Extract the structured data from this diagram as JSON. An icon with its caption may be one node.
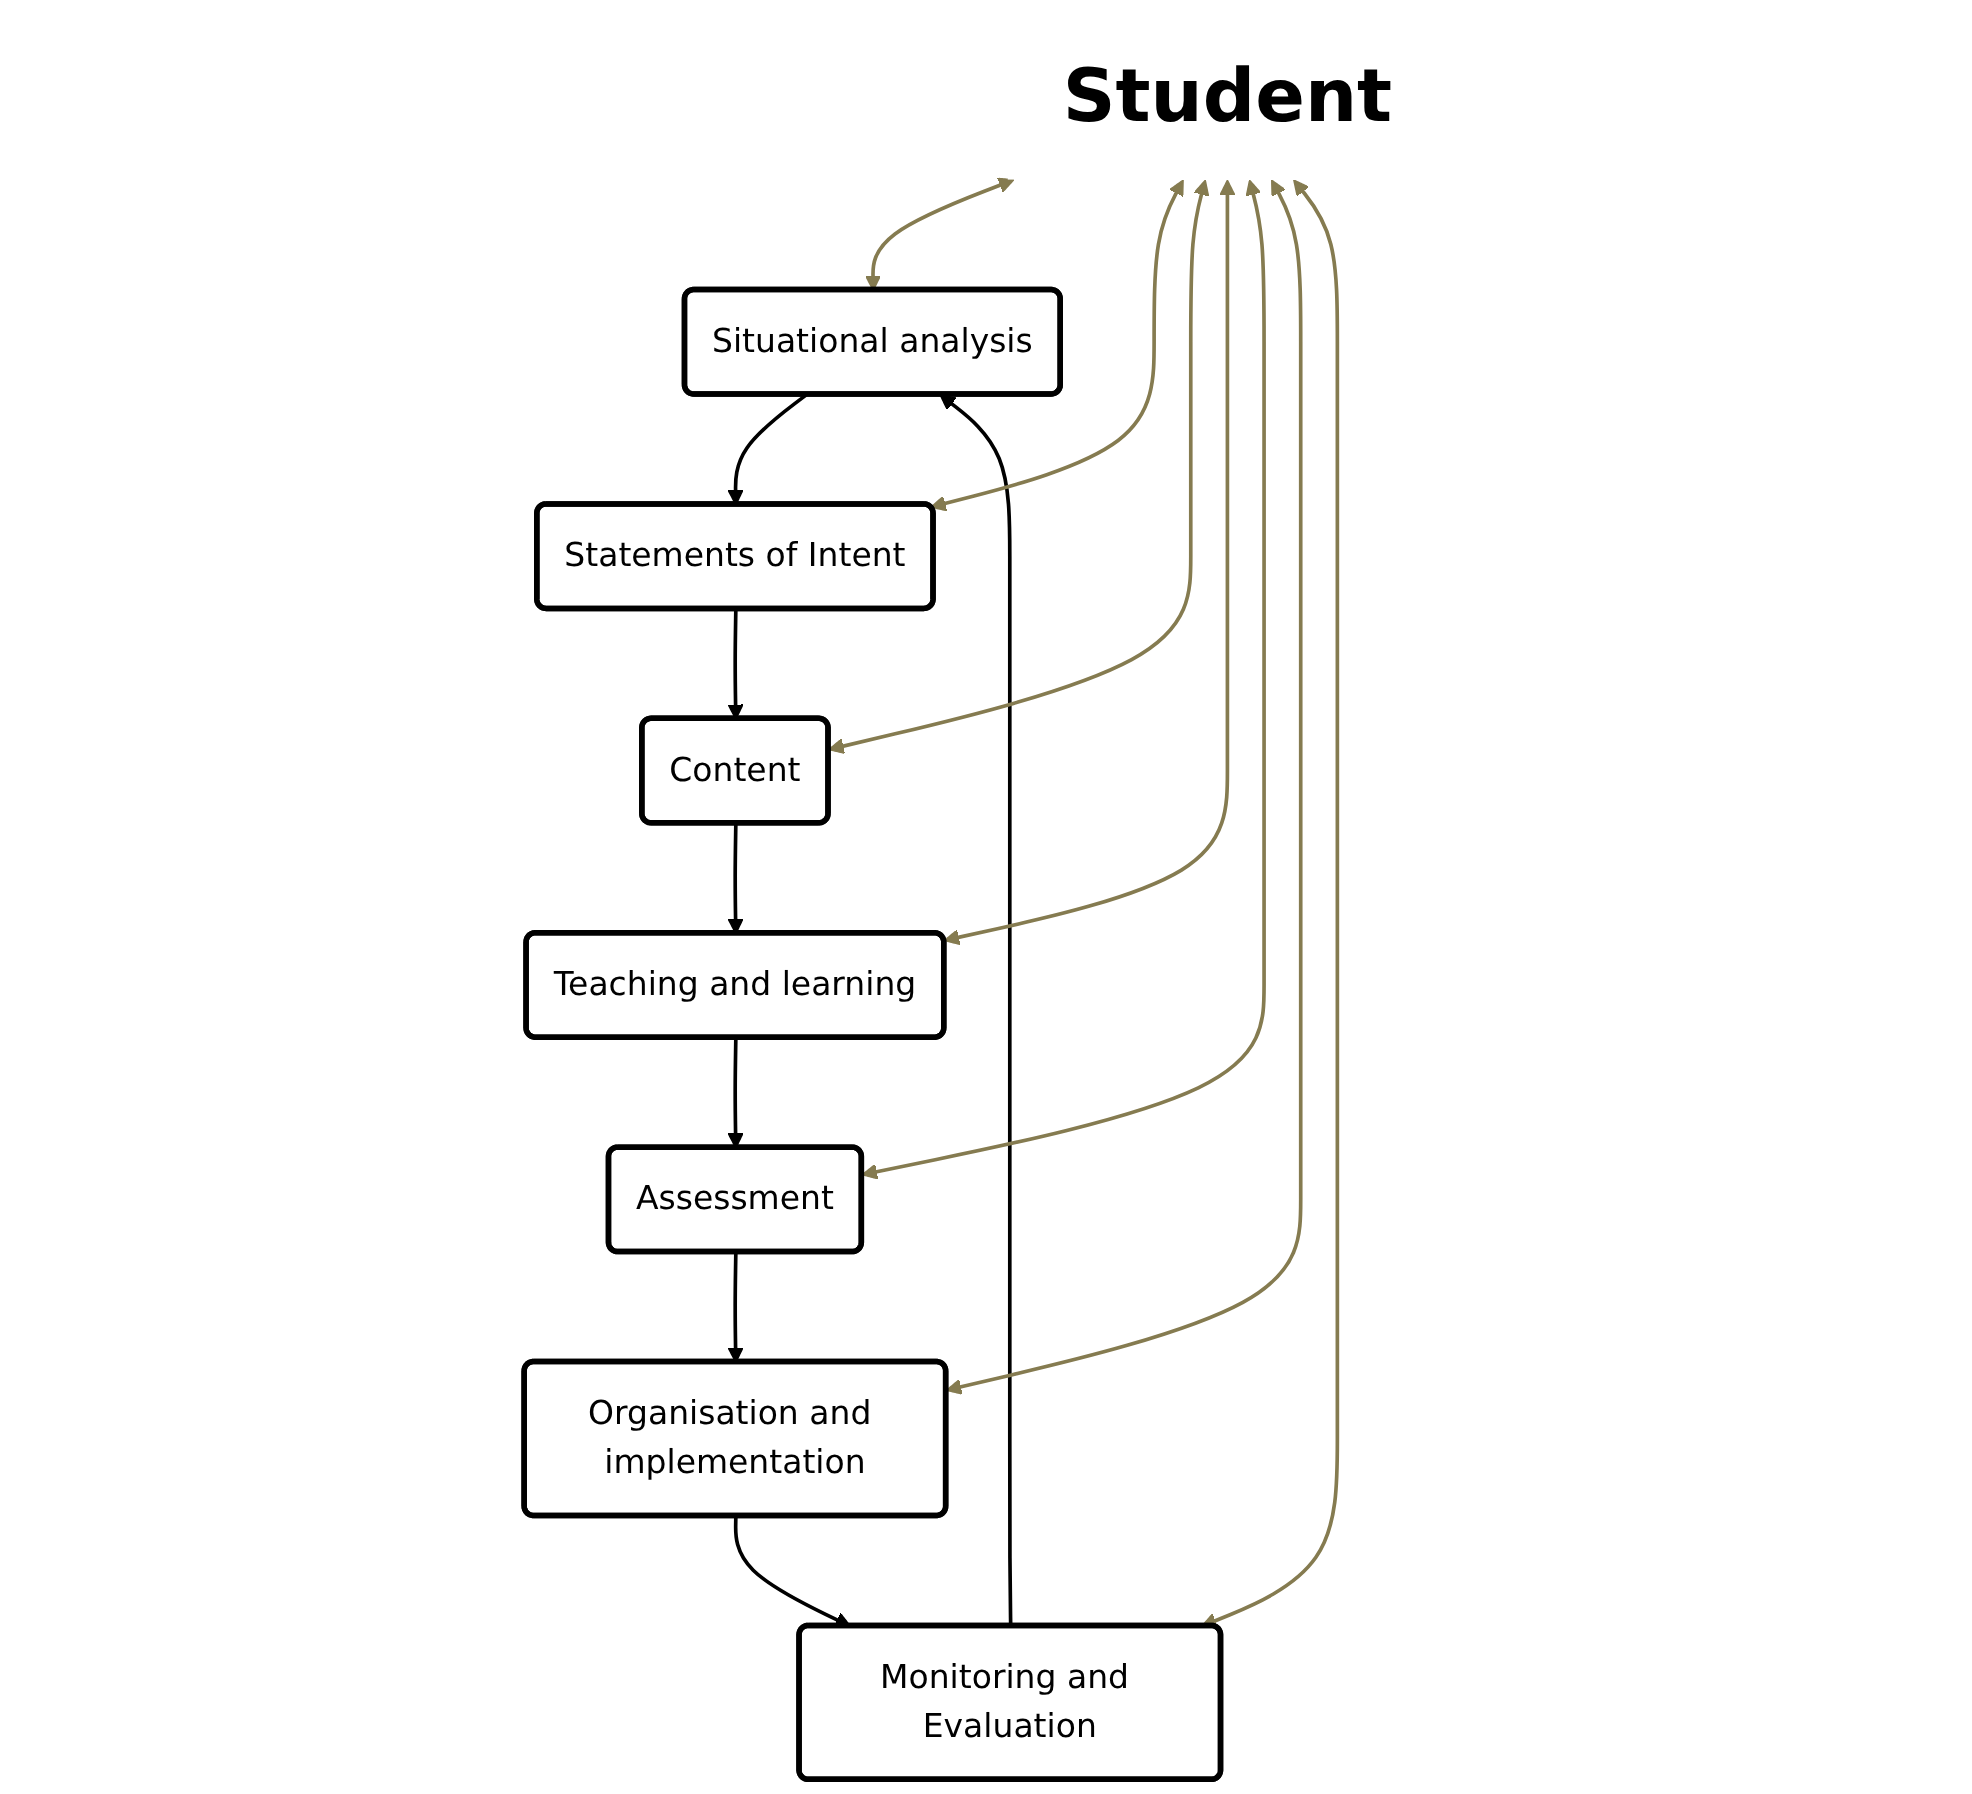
{
  "diagram": {
    "nodes": [
      {
        "text": [
          "Situational analysis"
        ]
      },
      {
        "text": [
          "Monitoring and Evaluation"
        ]
      },
      {
        "text": [
          "Statements of Intent"
        ]
      },
      {
        "text": [
          "Student"
        ]
      },
      {
        "text": [
          "Organisation and implementation"
        ]
      },
      {
        "text": [
          "Content"
        ]
      },
      {
        "text": [
          "Assessment"
        ]
      },
      {
        "text": [
          "Teaching and learning"
        ]
      }
    ],
    "edges": [
      {
        "from": 0,
        "to": 2,
        "arrow": "to"
      },
      {
        "from": 2,
        "to": 5,
        "arrow": "to"
      },
      {
        "from": 5,
        "to": 7,
        "arrow": "to"
      },
      {
        "from": 7,
        "to": 6,
        "arrow": "to"
      },
      {
        "from": 6,
        "to": 4,
        "arrow": "to"
      },
      {
        "from": 4,
        "to": 1,
        "arrow": "to"
      },
      {
        "from": 1,
        "to": 0,
        "arrow": "to"
      },
      {
        "from": 3,
        "to": 0,
        "arrow": "both",
        "color": "#857b50"
      },
      {
        "from": 3,
        "to": 2,
        "arrow": "both",
        "color": "#857b50"
      },
      {
        "from": 3,
        "to": 5,
        "arrow": "both",
        "color": "#857b50"
      },
      {
        "from": 3,
        "to": 7,
        "arrow": "both",
        "color": "#857b50"
      },
      {
        "from": 3,
        "to": 6,
        "arrow": "both",
        "color": "#857b50"
      },
      {
        "from": 3,
        "to": 4,
        "arrow": "both",
        "color": "#857b50"
      },
      {
        "from": 3,
        "to": 1,
        "arrow": "both",
        "color": "#857b50"
      }
    ]
  }
}
